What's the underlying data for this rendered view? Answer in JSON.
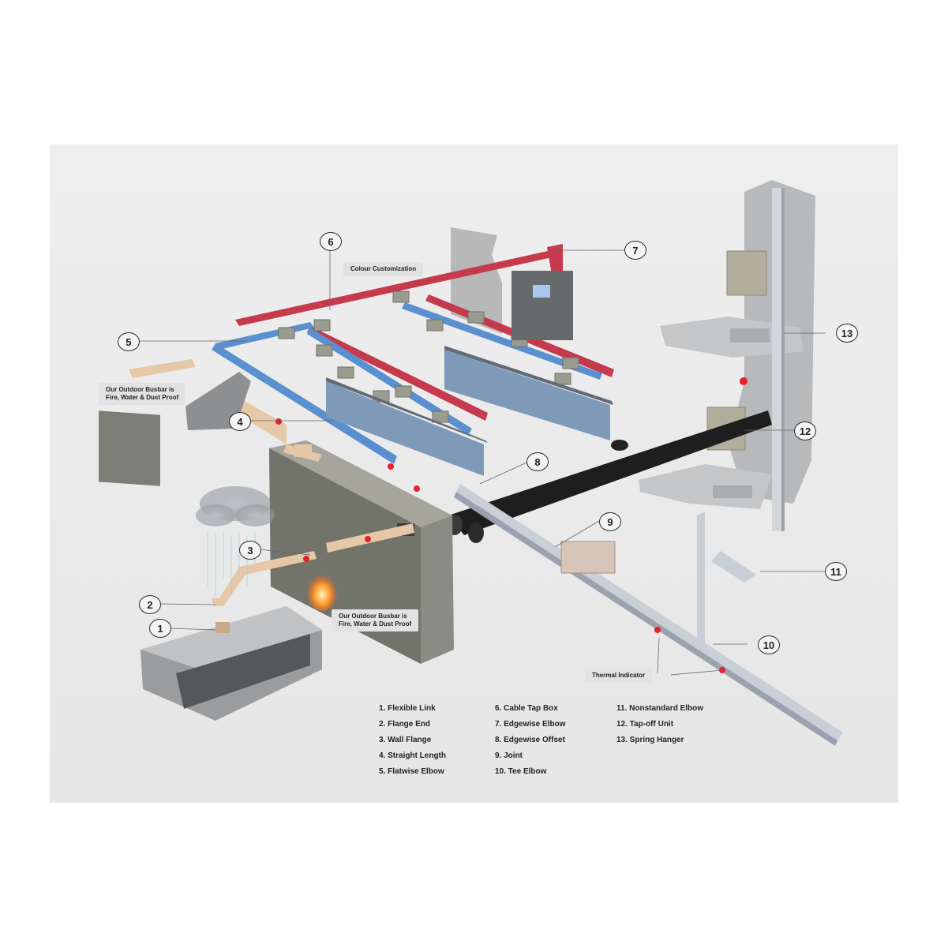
{
  "markers": [
    "1",
    "2",
    "3",
    "4",
    "5",
    "6",
    "7",
    "8",
    "9",
    "10",
    "11",
    "12",
    "13"
  ],
  "callouts": {
    "colour_customization": "Colour Customization",
    "outdoor_top_line1": "Our Outdoor Busbar is",
    "outdoor_top_line2": "Fire, Water & Dust Proof",
    "outdoor_bottom_line1": "Our Outdoor Busbar is",
    "outdoor_bottom_line2": "Fire, Water & Dust Proof",
    "thermal_indicator": "Thermal Indicator"
  },
  "legend": [
    "1.  Flexible Link",
    "2.  Flange End",
    "3.  Wall Flange",
    "4.  Straight Length",
    "5.  Flatwise Elbow",
    "6.  Cable Tap Box",
    "7.  Edgewise Elbow",
    "8.  Edgewise Offset",
    "9.  Joint",
    "10. Tee Elbow",
    "11.  Nonstandard Elbow",
    "12.  Tap-off Unit",
    "13.  Spring Hanger"
  ],
  "colors": {
    "red_busbar": "#c63a4e",
    "blue_busbar": "#5a8fd0",
    "tan_busbar": "#e6c8a8",
    "silver_busbar": "#c9cfd6",
    "cabinet": "#8a8b82",
    "thermal_dot": "#e8202a"
  }
}
